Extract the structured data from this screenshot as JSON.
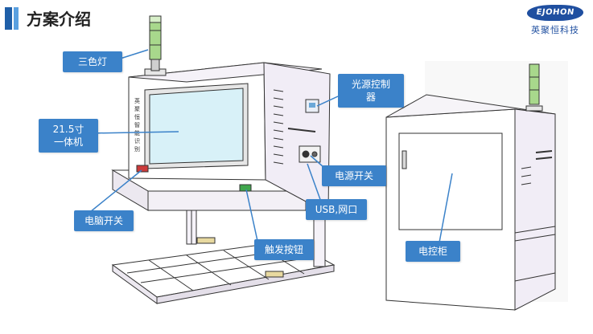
{
  "header": {
    "title": "方案介绍",
    "logo_text": "EJOHON",
    "logo_cn": "英聚恒科技"
  },
  "machine_side_text": "英聚恒智能识别",
  "callouts": {
    "tricolor_light": "三色灯",
    "light_controller_line1": "光源控制",
    "light_controller_line2": "器",
    "display_line1": "21.5寸",
    "display_line2": "一体机",
    "power_switch": "电源开关",
    "pc_switch": "电脑开关",
    "usb_network": "USB,网口",
    "trigger_button": "触发按钮",
    "control_cabinet": "电控柜"
  },
  "colors": {
    "accent": "#1f5fa8",
    "callout_bg": "#3b82c9",
    "cabinet_fill": "#f1edf6",
    "line": "#333333"
  }
}
